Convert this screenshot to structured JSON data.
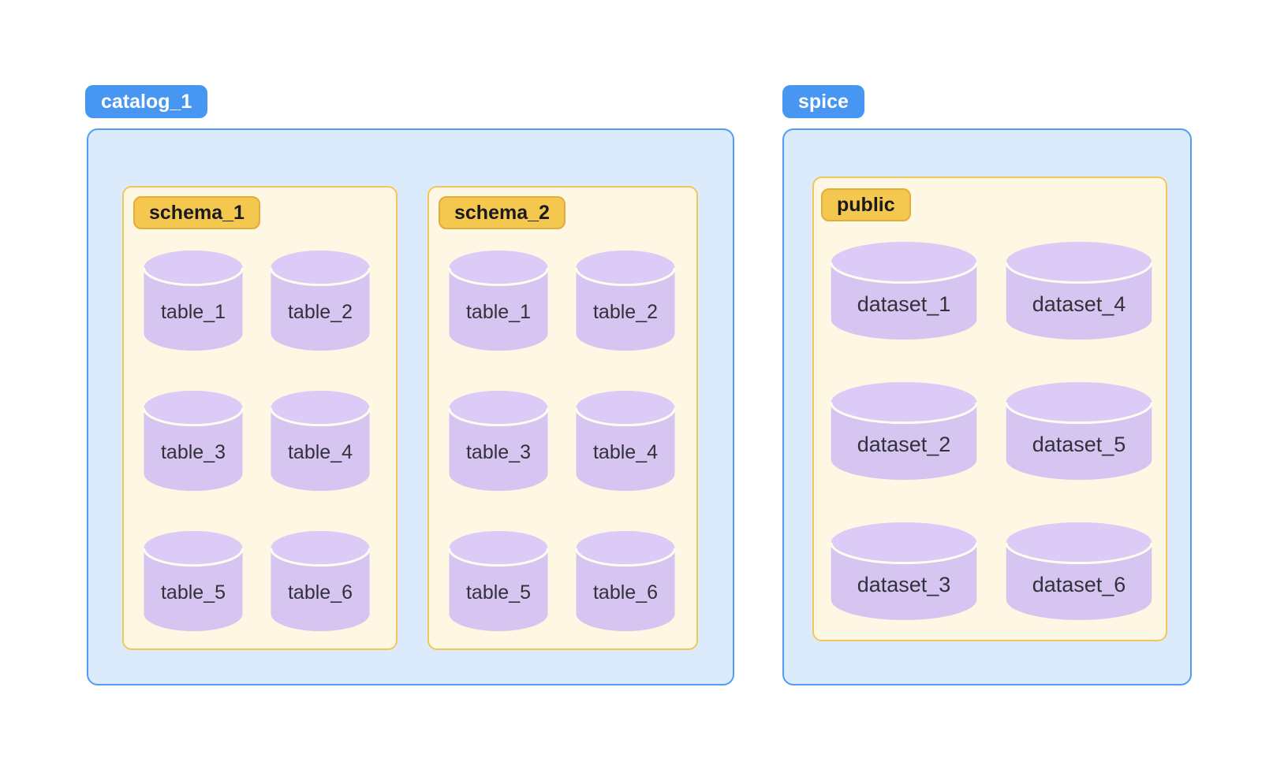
{
  "colors": {
    "blue_badge": "#4796F1",
    "blue_border": "#519CF4",
    "blue_fill": "#DCEBFC",
    "gold_badge": "#F4C84E",
    "gold_badge_border": "#E2AC3D",
    "cream_fill": "#FDF7E3",
    "cream_border": "#F2C65A",
    "purple_body": "#D6C4F1",
    "purple_top": "#DCCBF6",
    "cyl_arc": "#FFFDF0",
    "label_text": "#32323A"
  },
  "catalogs": [
    {
      "label": "catalog_1",
      "schemas": [
        {
          "label": "schema_1",
          "tables": [
            "table_1",
            "table_2",
            "table_3",
            "table_4",
            "table_5",
            "table_6"
          ]
        },
        {
          "label": "schema_2",
          "tables": [
            "table_1",
            "table_2",
            "table_3",
            "table_4",
            "table_5",
            "table_6"
          ]
        }
      ]
    },
    {
      "label": "spice",
      "schemas": [
        {
          "label": "public",
          "tables": [
            "dataset_1",
            "dataset_2",
            "dataset_3",
            "dataset_4",
            "dataset_5",
            "dataset_6"
          ]
        }
      ]
    }
  ]
}
